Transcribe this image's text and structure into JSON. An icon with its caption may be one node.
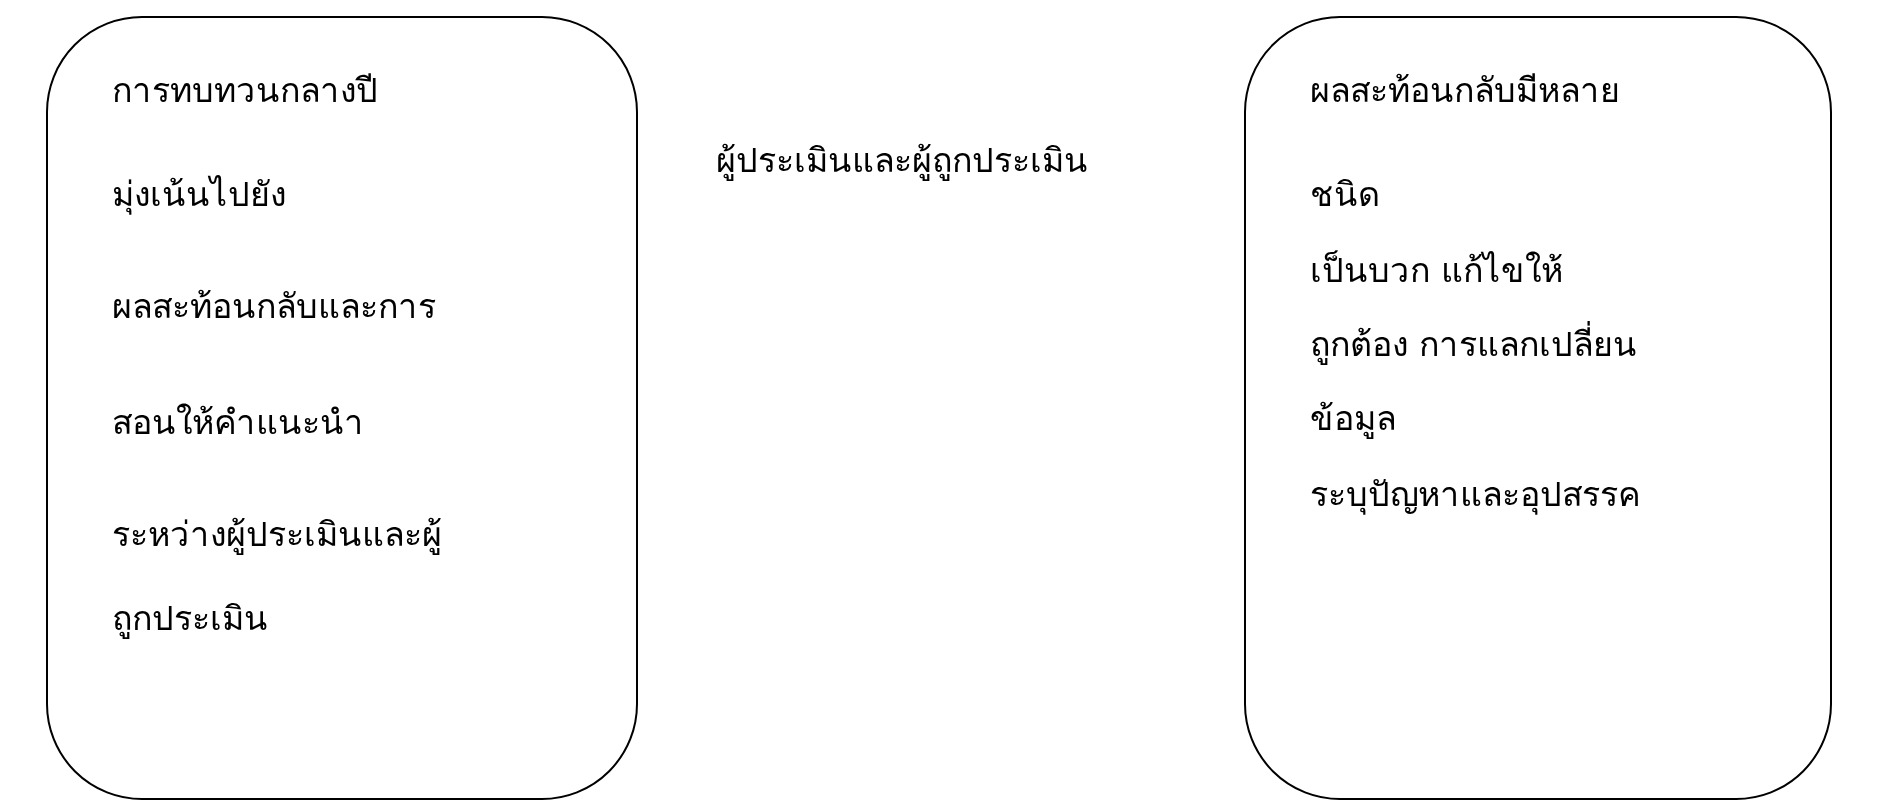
{
  "diagram": {
    "nodes": [
      {
        "text": [
          "การทบทวนกลางปี",
          "มุ่งเน้นไปยัง",
          "ผลสะท้อนกลับและการ",
          "สอนให้คำแนะนำ",
          "ระหว่างผู้ประเมินและผู้",
          "ถูกประเมิน"
        ]
      },
      {
        "text": [
          "ผลสะท้อนกลับมีหลาย",
          "ชนิด",
          "เป็นบวก แก้ไขให้",
          "ถูกต้อง การแลกเปลี่ยน",
          "ข้อมูล",
          "ระบุปัญหาและอุปสรรค"
        ]
      }
    ],
    "labels": [
      "ผู้ประเมินและผู้ถูกประเมิน"
    ]
  }
}
